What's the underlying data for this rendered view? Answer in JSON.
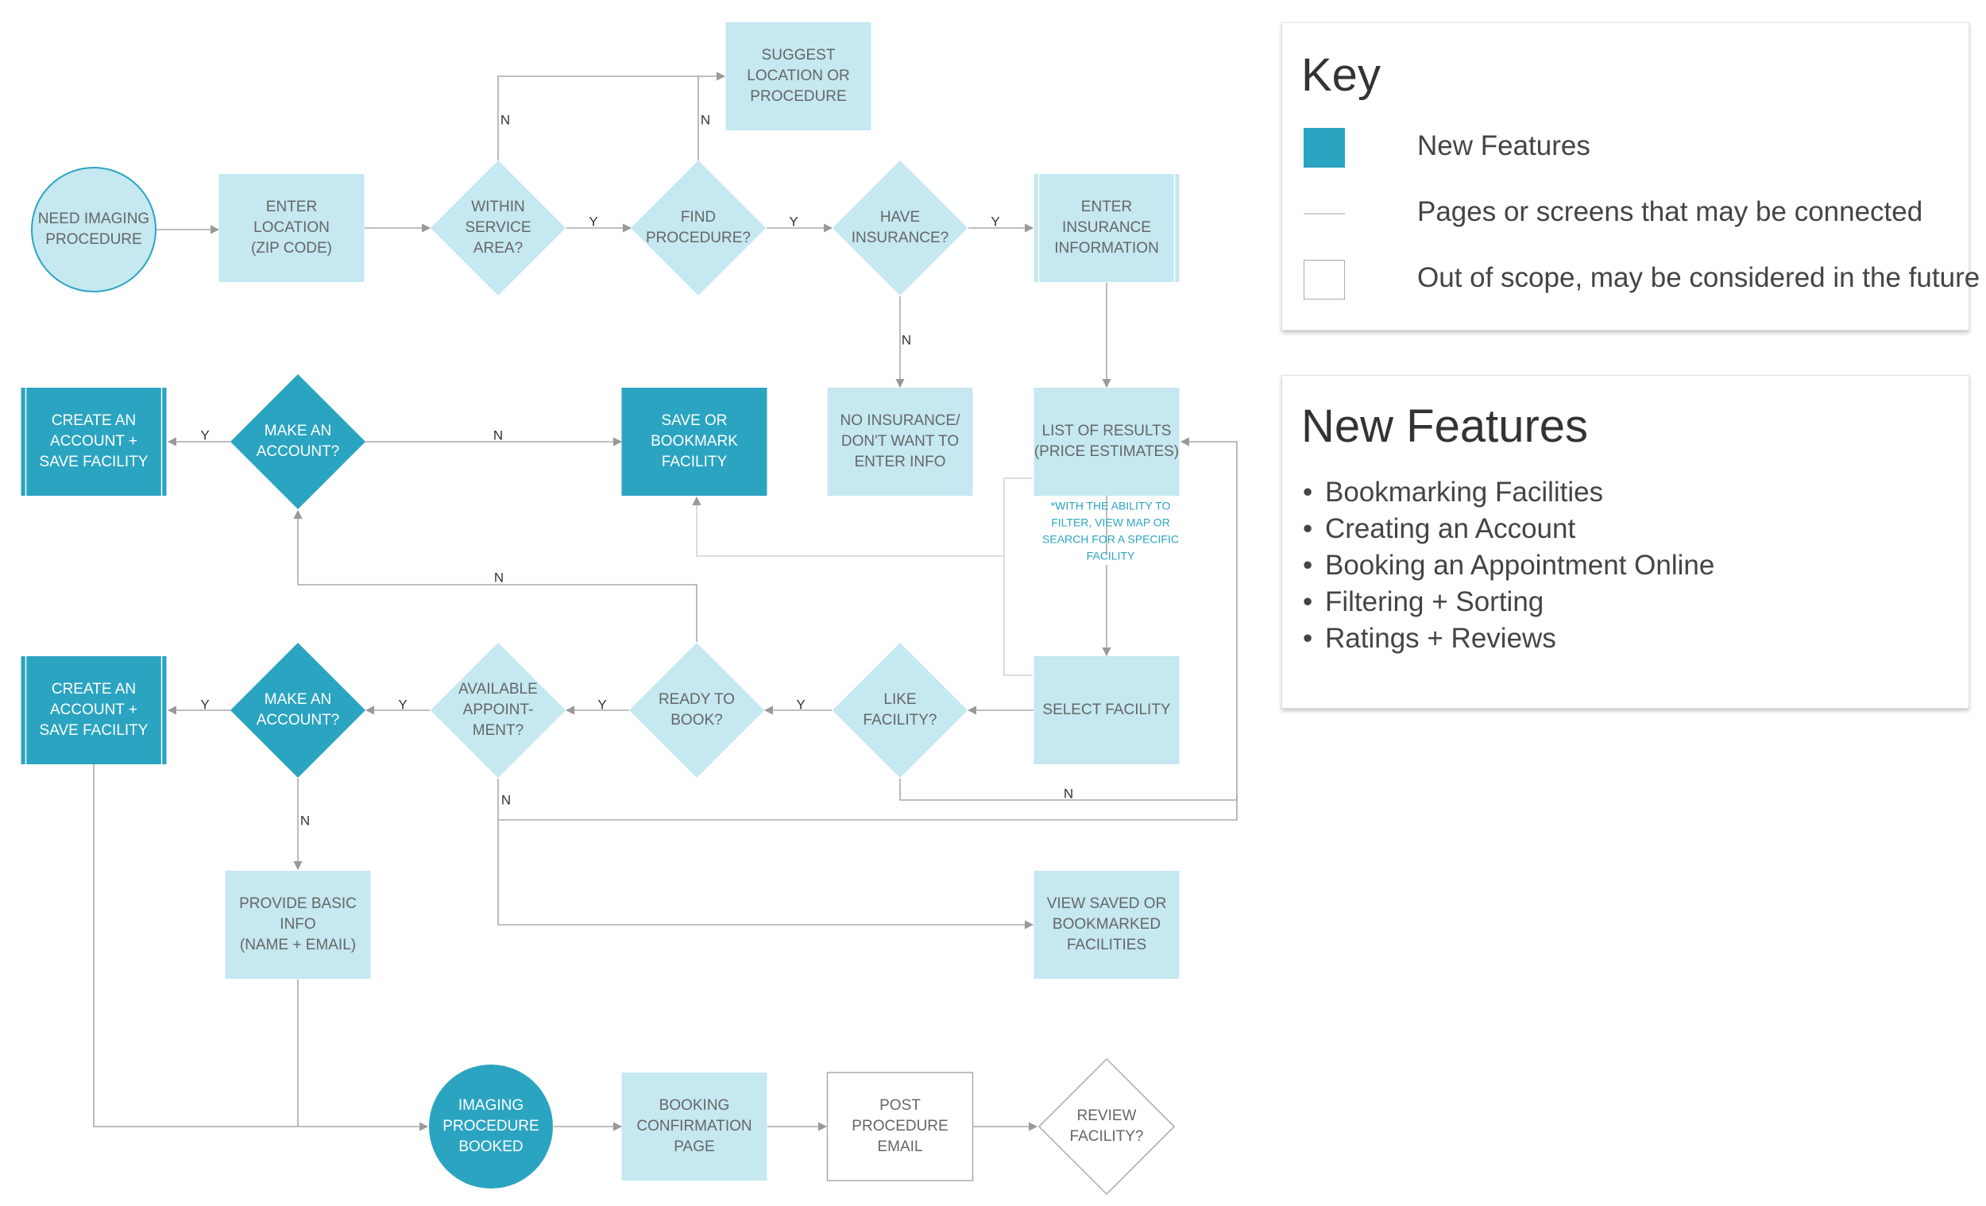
{
  "colors": {
    "new_feature": "#2ba4c1",
    "page": "#c5e8f1",
    "page_text": "#666666",
    "new_text": "#ffffff",
    "line": "#aaaaaa",
    "faint_line": "#d4d4d4",
    "note": "#2ba4c1"
  },
  "flow": {
    "nodes": [
      {
        "id": "need",
        "shape": "circle",
        "style": "start",
        "lines": [
          "NEED IMAGING",
          "PROCEDURE"
        ]
      },
      {
        "id": "enterloc",
        "shape": "rect",
        "style": "page",
        "lines": [
          "ENTER",
          "LOCATION",
          "(ZIP CODE)"
        ]
      },
      {
        "id": "within",
        "shape": "diamond",
        "style": "page",
        "lines": [
          "WITHIN",
          "SERVICE",
          "AREA?"
        ]
      },
      {
        "id": "suggest",
        "shape": "rect",
        "style": "page",
        "lines": [
          "SUGGEST",
          "LOCATION OR",
          "PROCEDURE"
        ]
      },
      {
        "id": "findproc",
        "shape": "diamond",
        "style": "page",
        "lines": [
          "FIND",
          "PROCEDURE?"
        ]
      },
      {
        "id": "haveins",
        "shape": "diamond",
        "style": "page",
        "lines": [
          "HAVE",
          "INSURANCE?"
        ]
      },
      {
        "id": "enterins",
        "shape": "rect",
        "style": "page-bar",
        "lines": [
          "ENTER",
          "INSURANCE",
          "INFORMATION"
        ]
      },
      {
        "id": "noins",
        "shape": "rect",
        "style": "page",
        "lines": [
          "NO INSURANCE/",
          "DON'T WANT TO",
          "ENTER INFO"
        ]
      },
      {
        "id": "results",
        "shape": "rect",
        "style": "page",
        "lines": [
          "LIST OF RESULTS",
          "(PRICE ESTIMATES)"
        ]
      },
      {
        "id": "save",
        "shape": "rect",
        "style": "new",
        "lines": [
          "SAVE OR",
          "BOOKMARK",
          "FACILITY"
        ]
      },
      {
        "id": "make1",
        "shape": "diamond",
        "style": "new",
        "lines": [
          "MAKE AN",
          "ACCOUNT?"
        ]
      },
      {
        "id": "create1",
        "shape": "rect",
        "style": "new-bar",
        "lines": [
          "CREATE AN",
          "ACCOUNT +",
          "SAVE FACILITY"
        ]
      },
      {
        "id": "select",
        "shape": "rect",
        "style": "page",
        "lines": [
          "SELECT FACILITY"
        ]
      },
      {
        "id": "like",
        "shape": "diamond",
        "style": "page",
        "lines": [
          "LIKE",
          "FACILITY?"
        ]
      },
      {
        "id": "ready",
        "shape": "diamond",
        "style": "page",
        "lines": [
          "READY TO",
          "BOOK?"
        ]
      },
      {
        "id": "avail",
        "shape": "diamond",
        "style": "page",
        "lines": [
          "AVAILABLE",
          "APPOINT-",
          "MENT?"
        ]
      },
      {
        "id": "make2",
        "shape": "diamond",
        "style": "new",
        "lines": [
          "MAKE AN",
          "ACCOUNT?"
        ]
      },
      {
        "id": "create2",
        "shape": "rect",
        "style": "new-bar",
        "lines": [
          "CREATE AN",
          "ACCOUNT +",
          "SAVE FACILITY"
        ]
      },
      {
        "id": "basic",
        "shape": "rect",
        "style": "page",
        "lines": [
          "PROVIDE BASIC",
          "INFO",
          "(NAME + EMAIL)"
        ]
      },
      {
        "id": "viewsaved",
        "shape": "rect",
        "style": "page",
        "lines": [
          "VIEW SAVED OR",
          "BOOKMARKED",
          "FACILITIES"
        ]
      },
      {
        "id": "booked",
        "shape": "circle",
        "style": "new",
        "lines": [
          "IMAGING",
          "PROCEDURE",
          "BOOKED"
        ]
      },
      {
        "id": "confirm",
        "shape": "rect",
        "style": "page",
        "lines": [
          "BOOKING",
          "CONFIRMATION",
          "PAGE"
        ]
      },
      {
        "id": "post",
        "shape": "rect",
        "style": "future",
        "lines": [
          "POST",
          "PROCEDURE",
          "EMAIL"
        ]
      },
      {
        "id": "review",
        "shape": "diamond",
        "style": "future",
        "lines": [
          "REVIEW",
          "FACILITY?"
        ]
      }
    ],
    "edge_labels": [
      {
        "id": "within-n",
        "text": "N"
      },
      {
        "id": "find-n",
        "text": "N"
      },
      {
        "id": "within-y",
        "text": "Y"
      },
      {
        "id": "find-y",
        "text": "Y"
      },
      {
        "id": "haveins-y",
        "text": "Y"
      },
      {
        "id": "haveins-n",
        "text": "N"
      },
      {
        "id": "make1-y",
        "text": "Y"
      },
      {
        "id": "make1-n",
        "text": "N"
      },
      {
        "id": "ready-n",
        "text": "N"
      },
      {
        "id": "like-y",
        "text": "Y"
      },
      {
        "id": "ready-y",
        "text": "Y"
      },
      {
        "id": "avail-y",
        "text": "Y"
      },
      {
        "id": "make2-y",
        "text": "Y"
      },
      {
        "id": "like-n",
        "text": "N"
      },
      {
        "id": "avail-n",
        "text": "N"
      },
      {
        "id": "make2-n",
        "text": "N"
      }
    ],
    "results_note": [
      "*WITH THE ABILITY TO",
      "FILTER, VIEW MAP OR",
      "SEARCH FOR A SPECIFIC",
      "FACILITY"
    ]
  },
  "key": {
    "title": "Key",
    "items": [
      {
        "swatch": "new",
        "label": "New Features"
      },
      {
        "swatch": "line",
        "label": "Pages or screens that may be connected"
      },
      {
        "swatch": "future",
        "label": "Out of scope, may be considered in the future"
      }
    ]
  },
  "features": {
    "title": "New Features",
    "items": [
      "Bookmarking Facilities",
      "Creating an Account",
      "Booking an Appointment Online",
      "Filtering + Sorting",
      "Ratings + Reviews"
    ]
  }
}
